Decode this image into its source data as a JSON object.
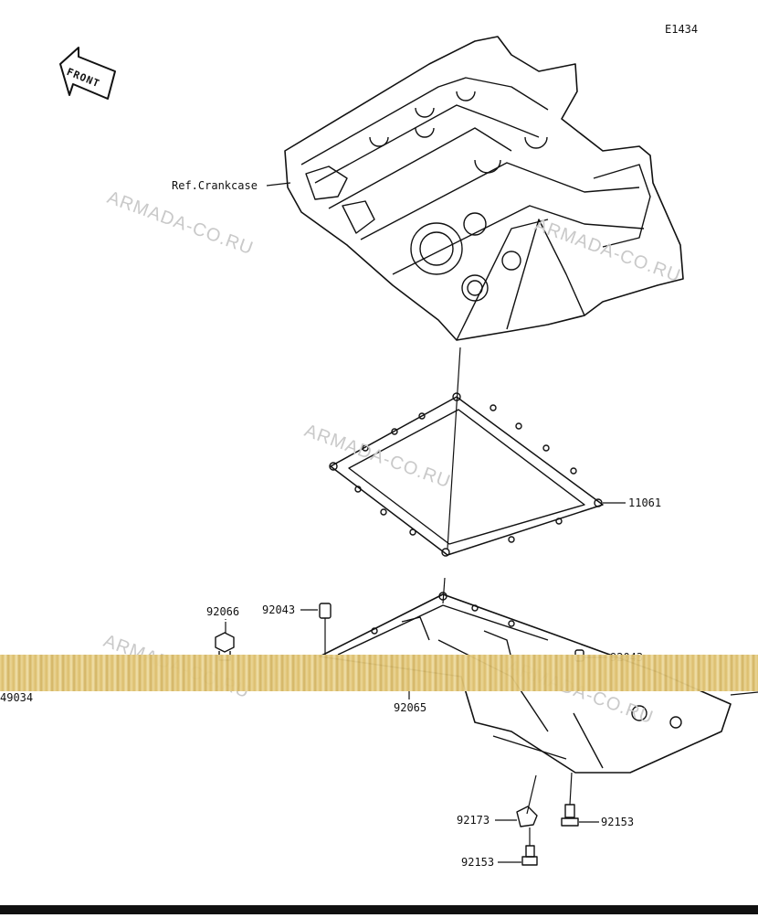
{
  "diagram": {
    "code": "E1434",
    "front_badge": "FRONT",
    "watermark": "ARMADA-CO.RU",
    "labels": {
      "ref_crankcase": "Ref.Crankcase",
      "gasket": "11061",
      "plug": "92066",
      "dowel_left": "92043",
      "dowel_right": "92043",
      "oil_pan": "92065",
      "part_left_edge": "49034",
      "clamp": "92173",
      "bolt_right": "92153",
      "bolt_bottom": "92153"
    }
  }
}
